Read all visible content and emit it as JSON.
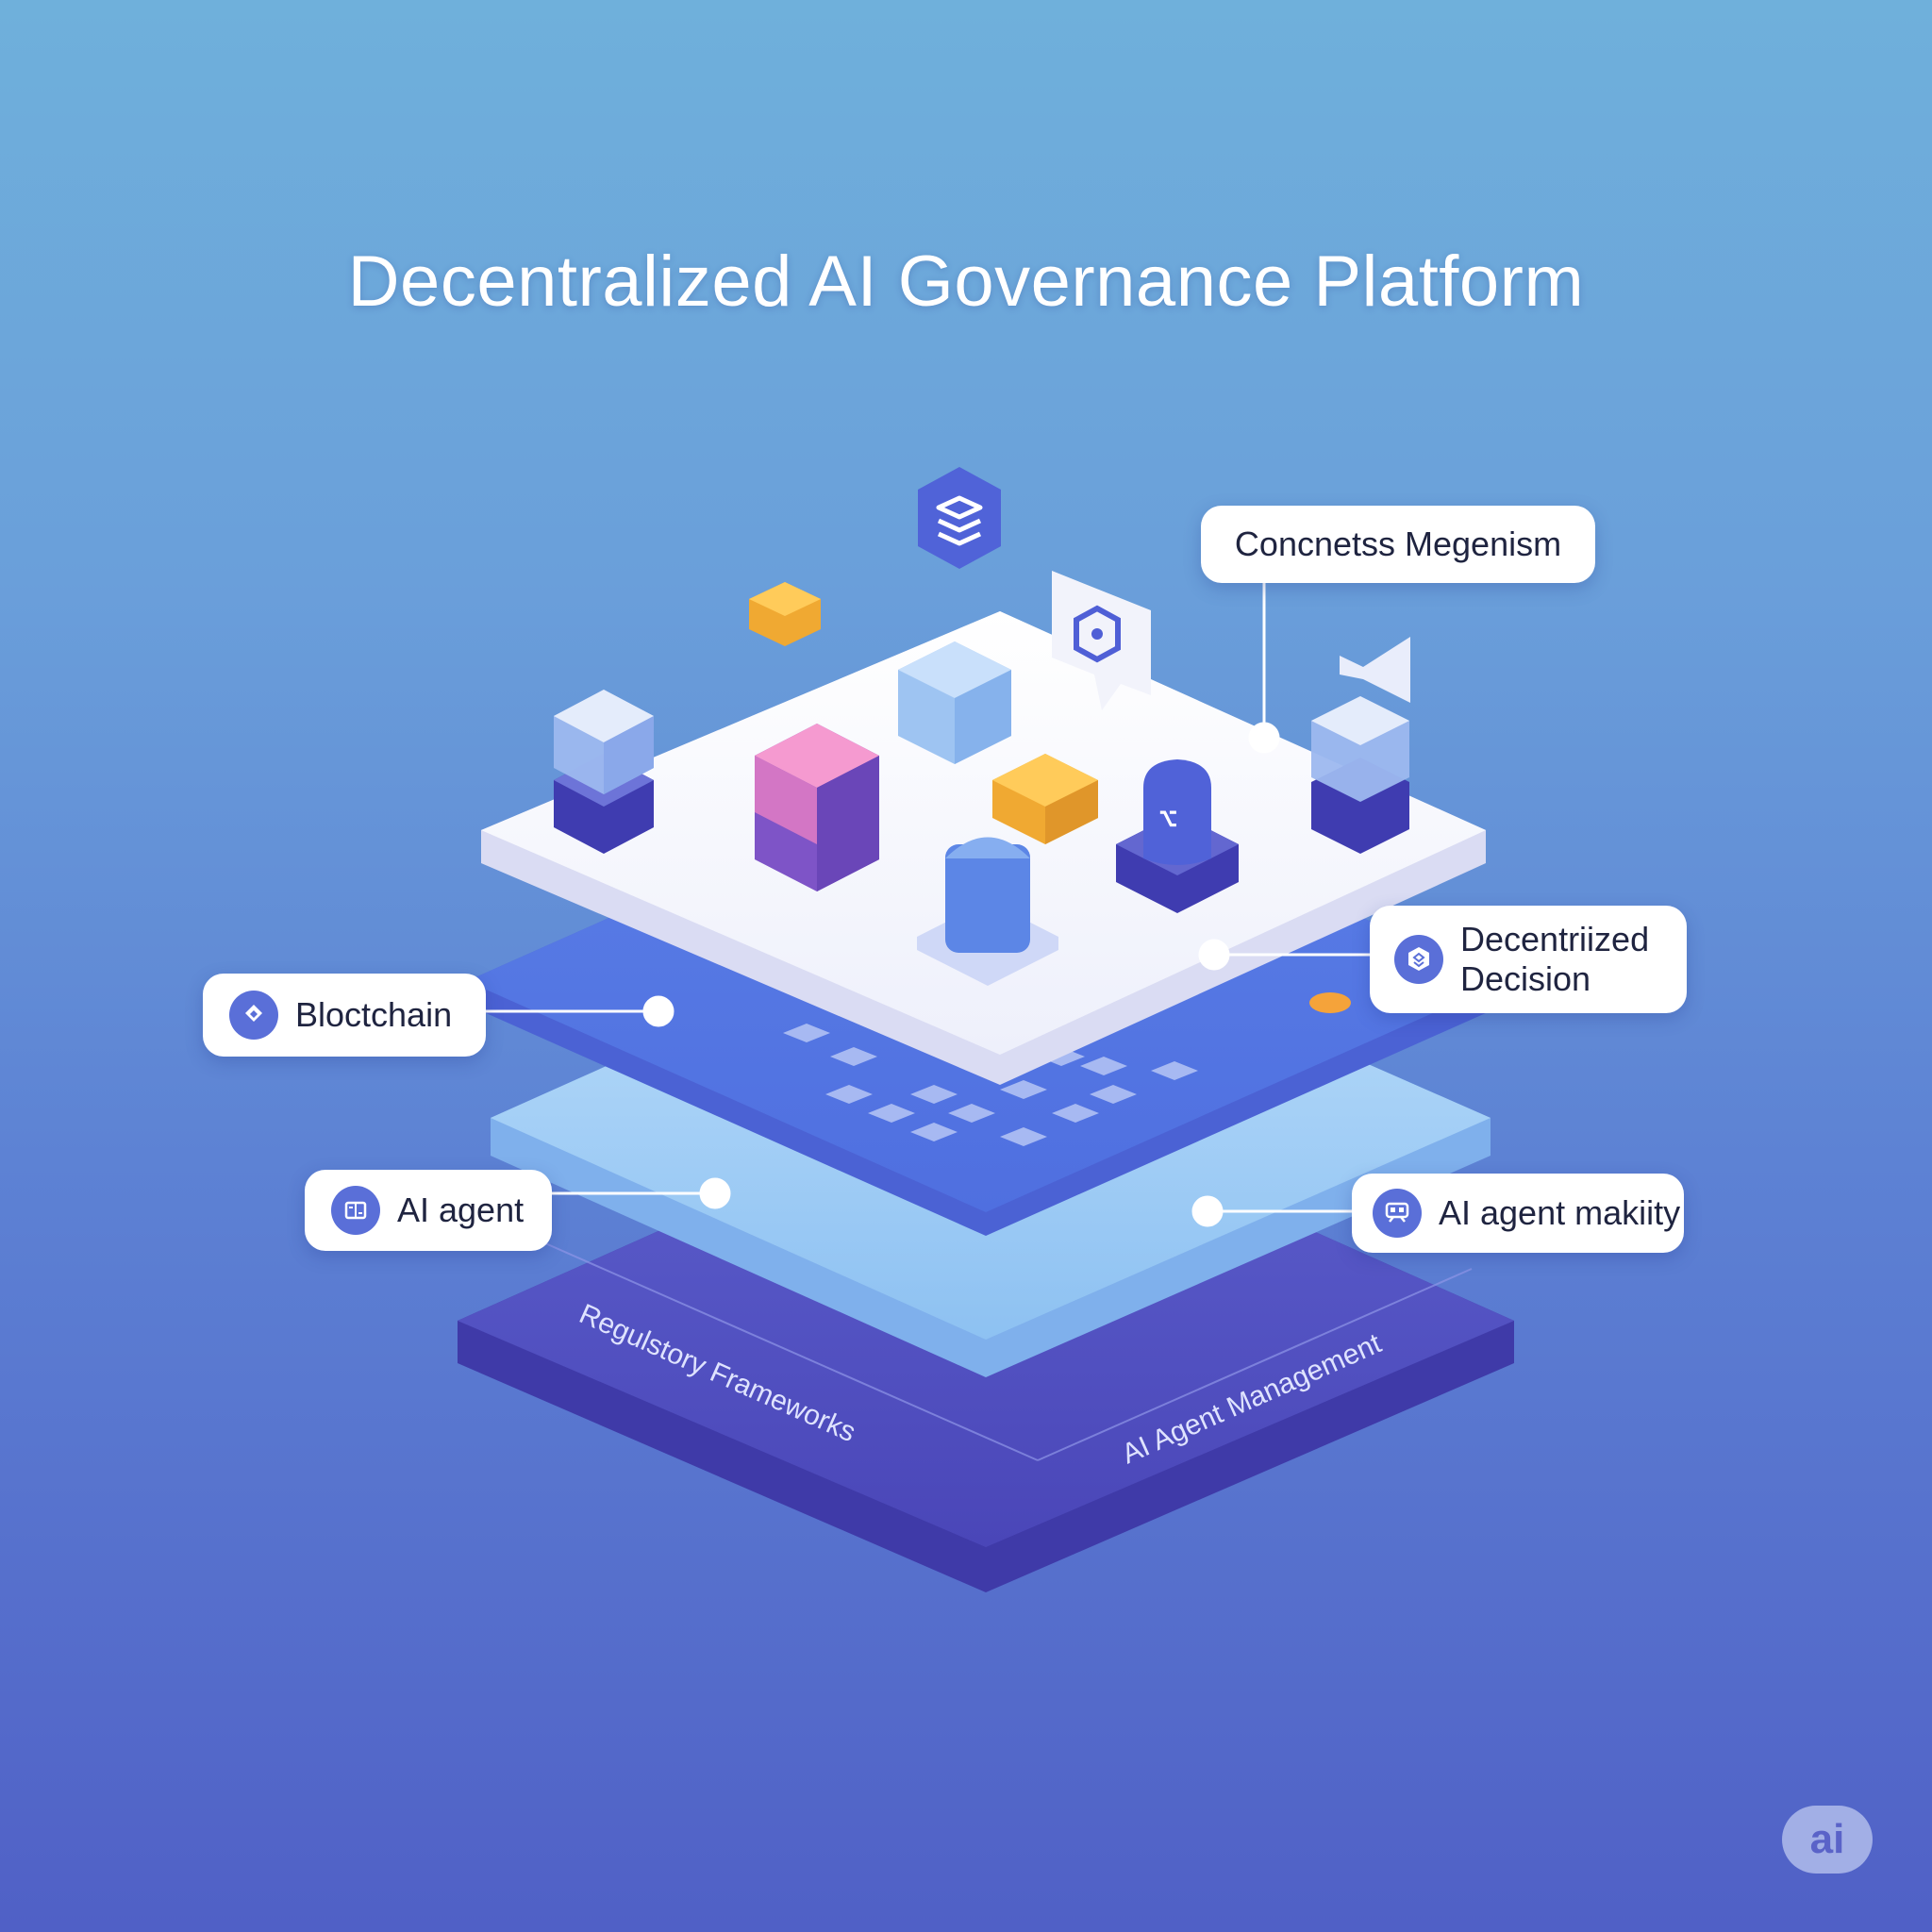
{
  "title": "Decentralized AI Governance Platform",
  "callouts": {
    "consensus": {
      "label": "Concnetss Megenism",
      "icon": "none"
    },
    "decision": {
      "label_line1": "Decentriized",
      "label_line2": "Decision",
      "icon": "shield-icon"
    },
    "blockchain": {
      "label": "Bloctchain",
      "icon": "blockchain-icon"
    },
    "ai_agent": {
      "label": "AI agent",
      "icon": "chip-icon"
    },
    "ai_agent_makiity": {
      "label": "AI agent makiity",
      "icon": "agent-icon"
    }
  },
  "layers": {
    "base_left_label": "Regulstory Frameworks",
    "base_right_label": "AI Agent Management"
  },
  "badge": "ai",
  "colors": {
    "accent": "#5a6fd8",
    "orange": "#f5b13e",
    "pink": "#f18fc2",
    "purple": "#5b4fc4"
  }
}
